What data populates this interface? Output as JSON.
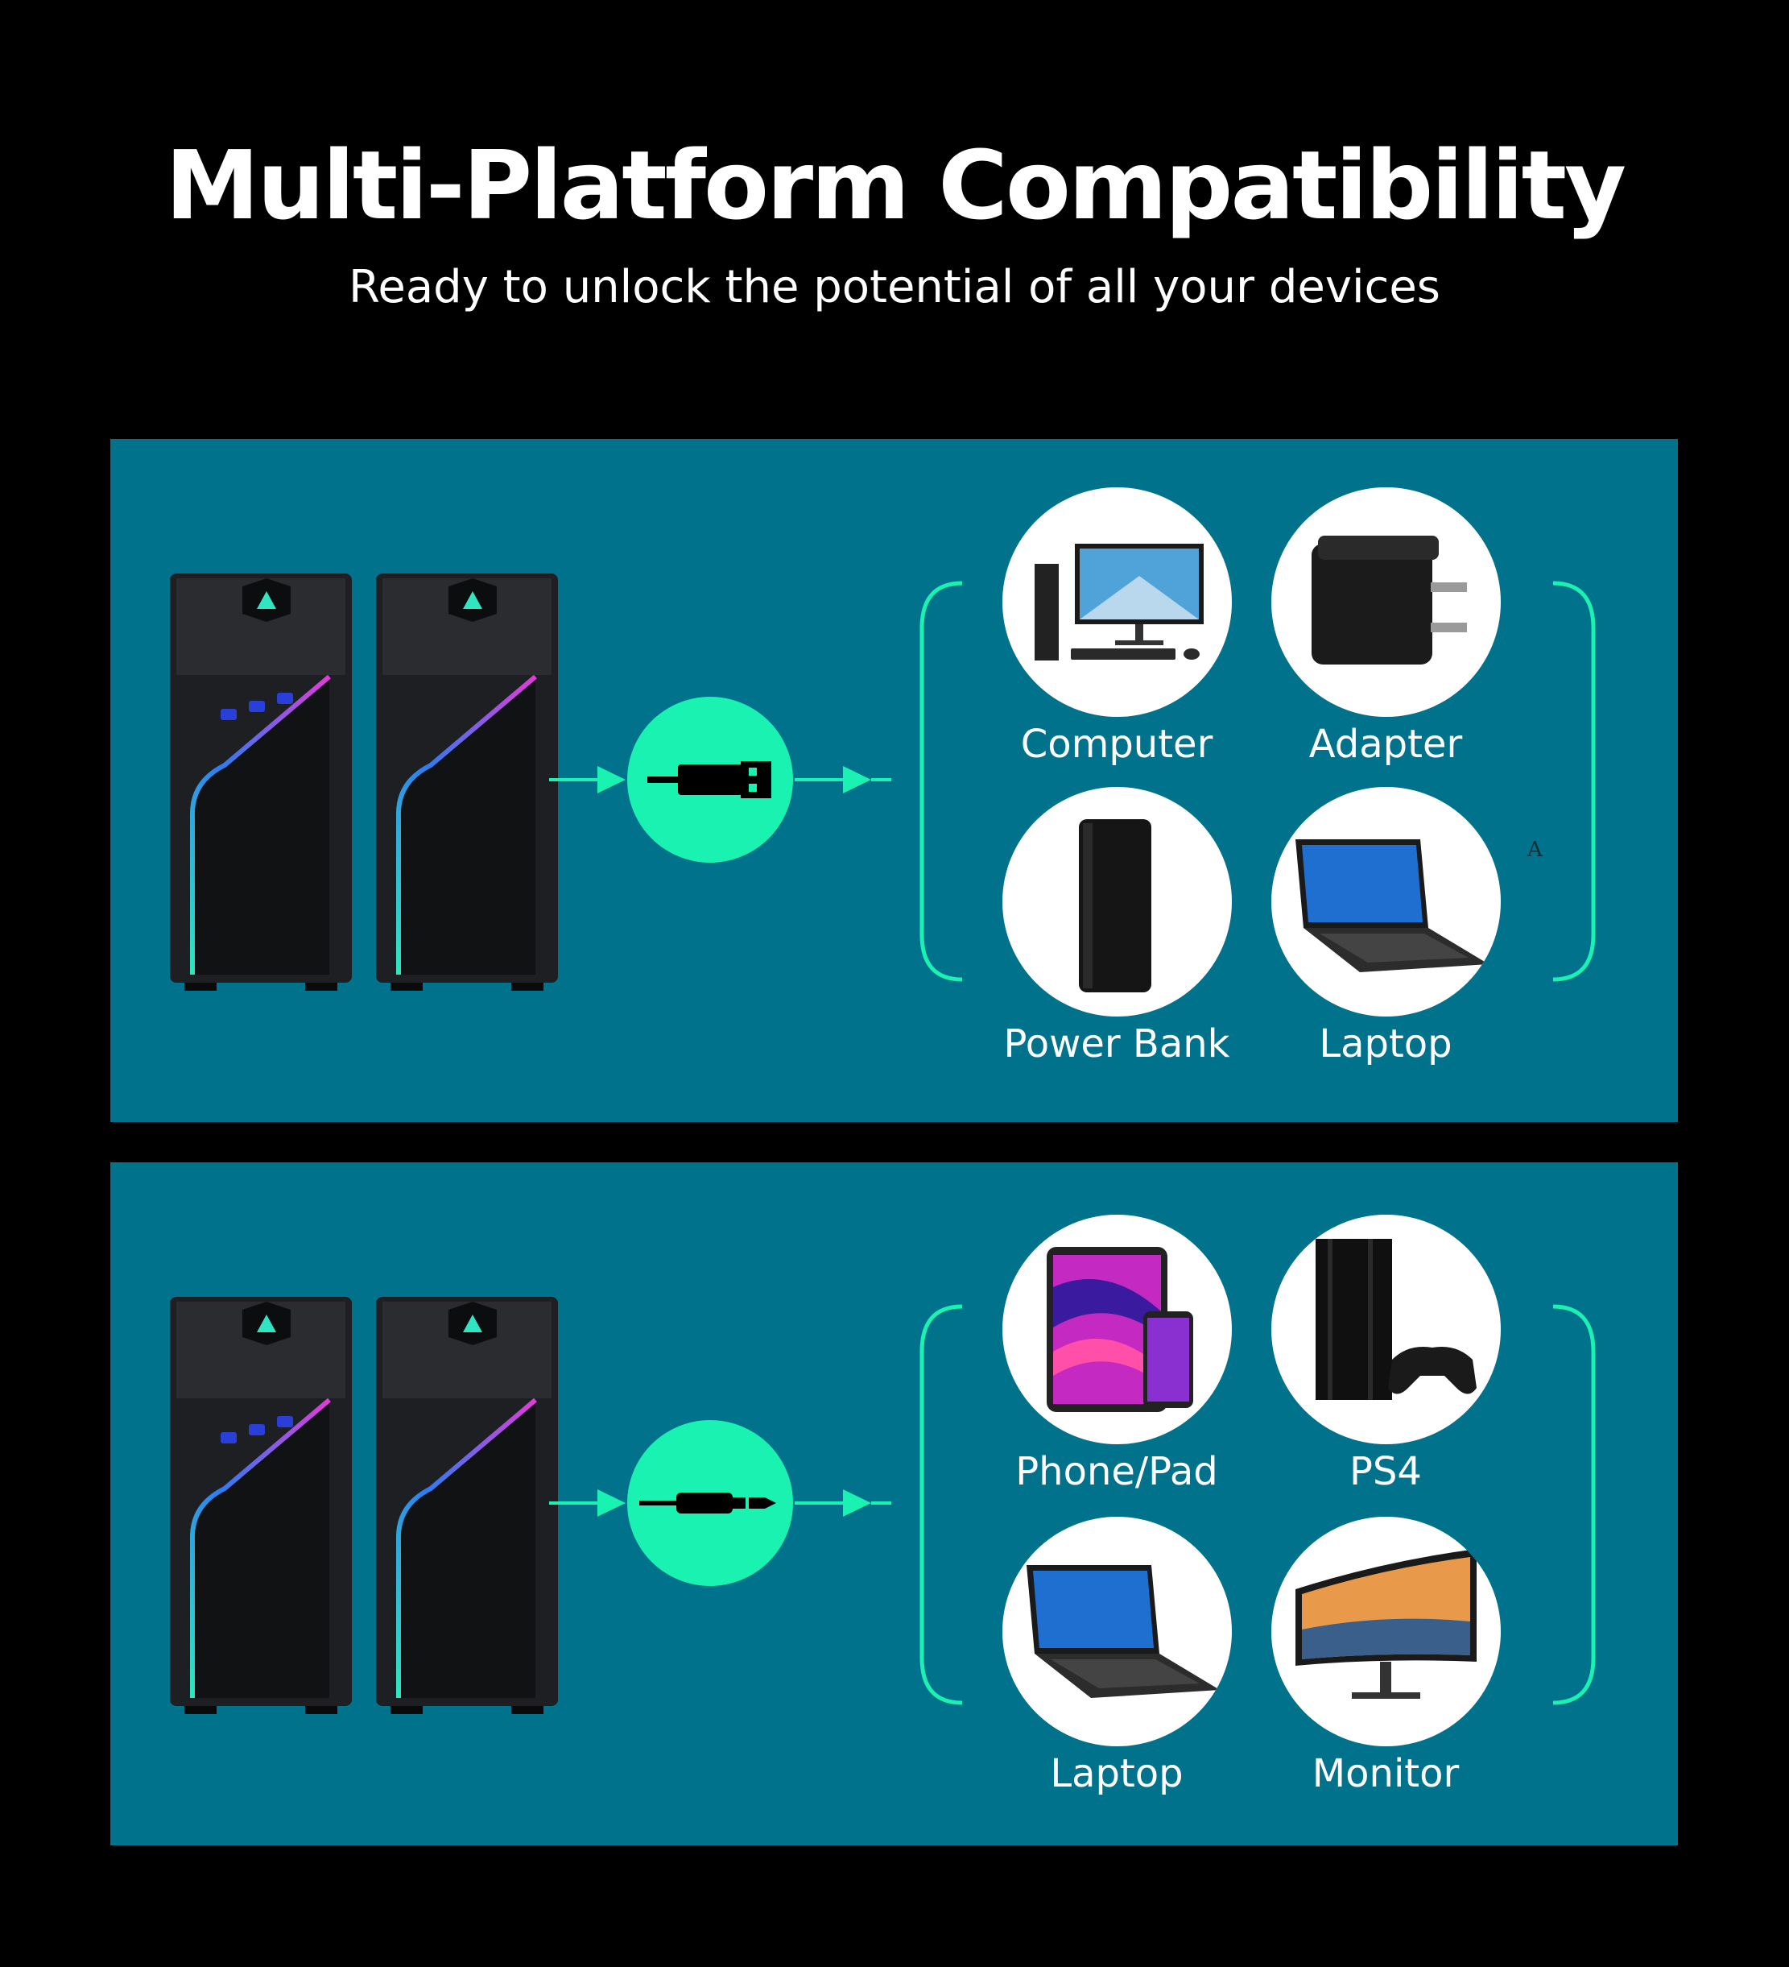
{
  "header": {
    "title": "Multi-Platform Compatibility",
    "subtitle": "Ready to unlock the potential of all your devices"
  },
  "colors": {
    "background": "#000000",
    "panel": "#00728c",
    "accent": "#19f2b0",
    "text": "#ffffff"
  },
  "panels": [
    {
      "connector": "usb-plug-icon",
      "devices": [
        {
          "label": "Computer",
          "icon": "desktop-computer-icon"
        },
        {
          "label": "Adapter",
          "icon": "power-adapter-icon"
        },
        {
          "label": "Power Bank",
          "icon": "power-bank-icon"
        },
        {
          "label": "Laptop",
          "icon": "laptop-icon"
        }
      ],
      "stray_mark": "A"
    },
    {
      "connector": "aux-jack-icon",
      "devices": [
        {
          "label": "Phone/Pad",
          "icon": "phone-tablet-icon"
        },
        {
          "label": "PS4",
          "icon": "game-console-icon"
        },
        {
          "label": "Laptop",
          "icon": "laptop-icon"
        },
        {
          "label": "Monitor",
          "icon": "monitor-icon"
        }
      ]
    }
  ]
}
